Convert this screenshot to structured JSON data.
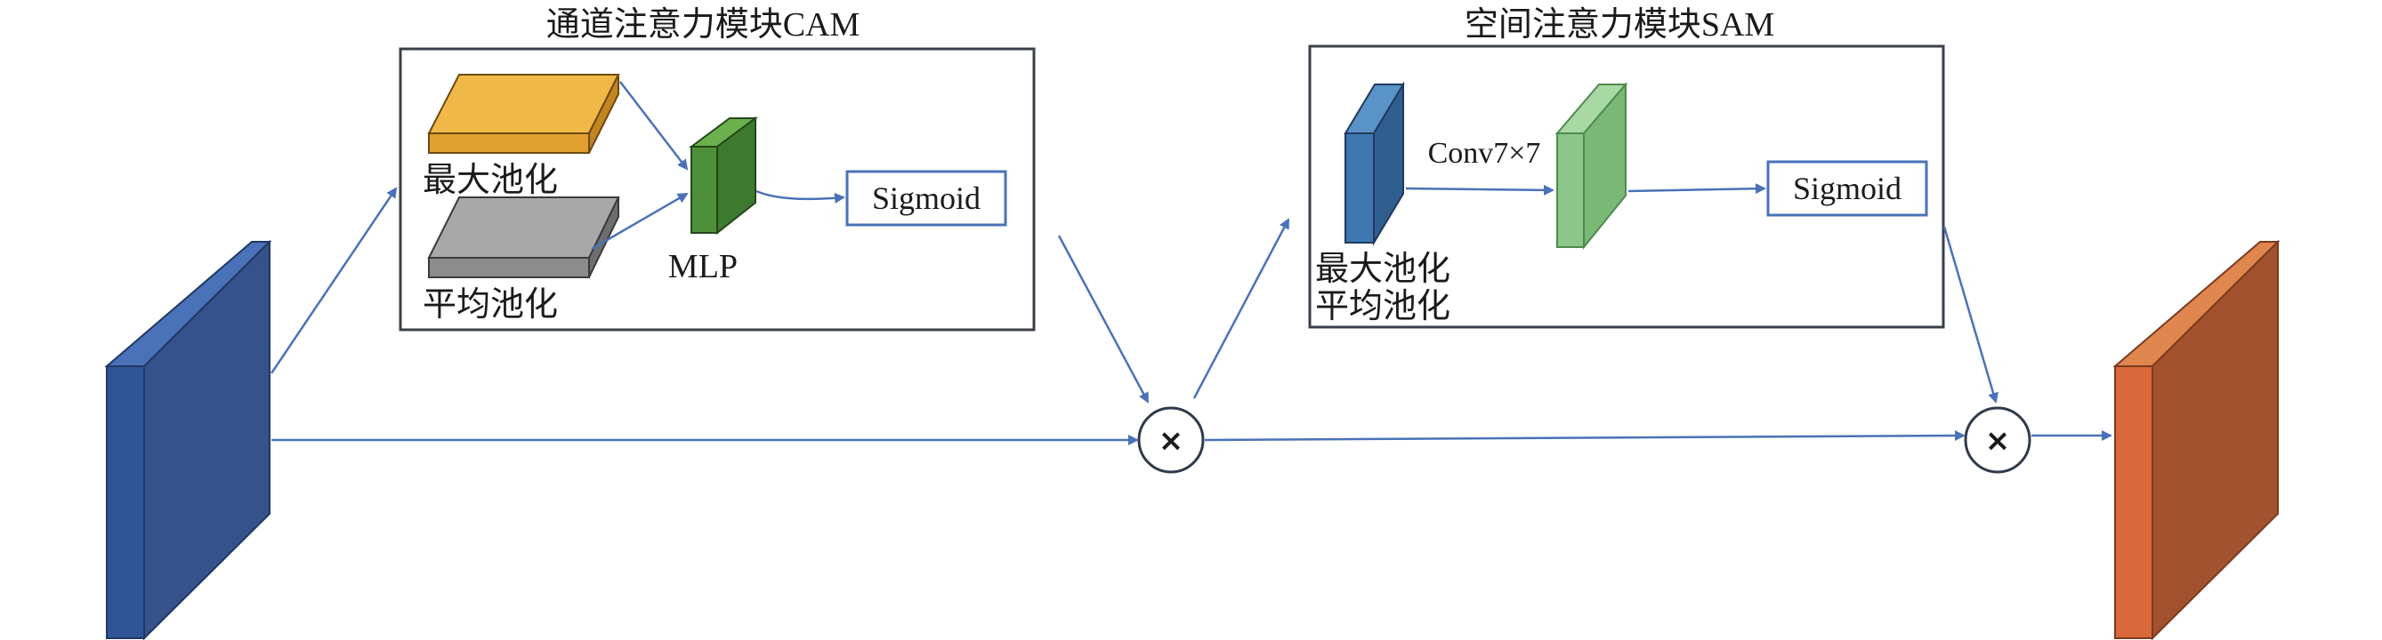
{
  "cam": {
    "title": "通道注意力模块CAM",
    "max_pool_label": "最大池化",
    "avg_pool_label": "平均池化",
    "mlp_label": "MLP",
    "sigmoid_label": "Sigmoid"
  },
  "sam": {
    "title": "空间注意力模块SAM",
    "conv_label": "Conv7×7",
    "pool_label_1": "最大池化",
    "pool_label_2": "平均池化",
    "sigmoid_label": "Sigmoid"
  },
  "operators": {
    "multiply_symbol": "×"
  },
  "colors": {
    "input_block": "#3a5d9c",
    "output_block": "#c9623a",
    "max_pool_slab": "#e8a83a",
    "avg_pool_slab": "#a0a0a0",
    "mlp_block": "#4f8f3a",
    "sam_pool_block": "#3f78b0",
    "sam_conv_block": "#8cc68a",
    "arrows": "#4a72b8",
    "sigmoid_border": "#4a72b8"
  }
}
